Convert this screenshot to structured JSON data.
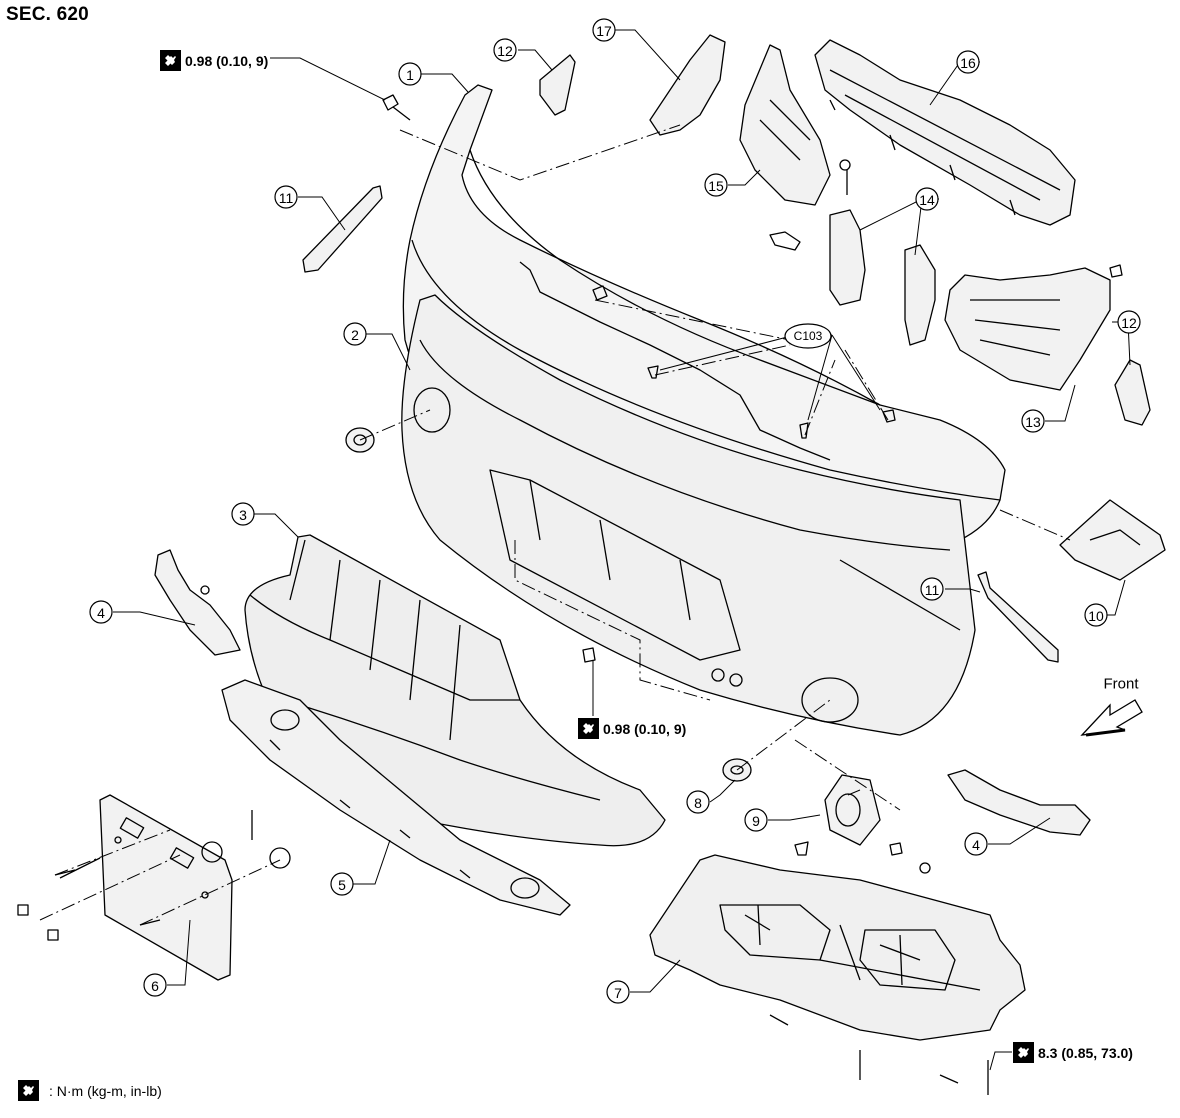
{
  "section": "SEC. 620",
  "torques": {
    "t1": "0.98 (0.10, 9)",
    "t2": "0.98 (0.10, 9)",
    "t3": "8.3 (0.85, 73.0)"
  },
  "legend": ": N·m (kg-m, in-lb)",
  "front_label": "Front",
  "clip_code": "C103",
  "callouts": [
    "1",
    "2",
    "3",
    "4",
    "4",
    "5",
    "6",
    "7",
    "8",
    "9",
    "10",
    "11",
    "11",
    "12",
    "12",
    "13",
    "14",
    "15",
    "16",
    "17"
  ],
  "icons": {
    "torque_icon": "torque-wrench-icon",
    "front_arrow": "front-arrow-icon"
  }
}
